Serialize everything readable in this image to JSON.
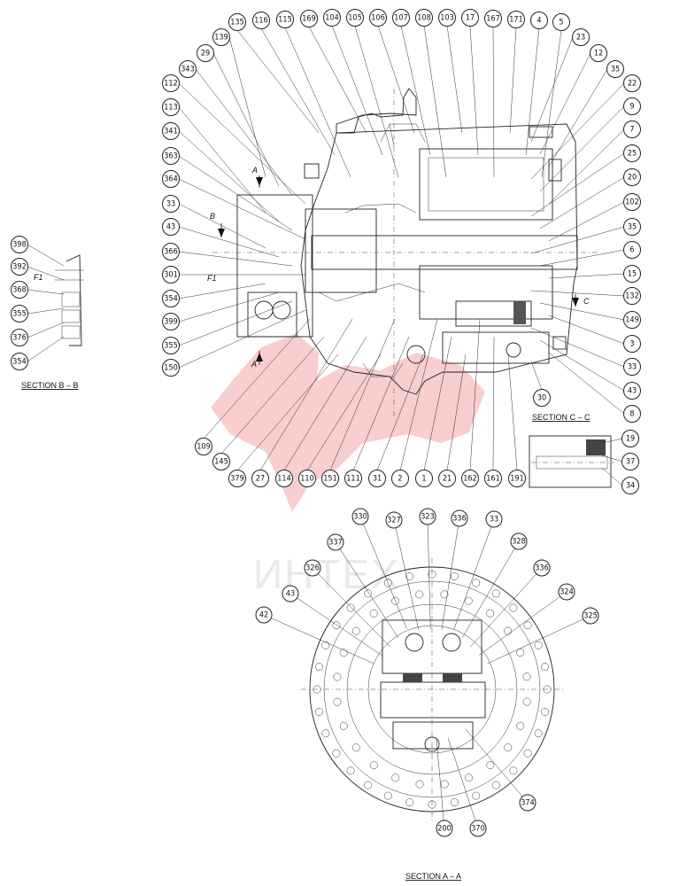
{
  "labels": {
    "section_bb": "SECTION B – B",
    "section_cc": "SECTION C – C",
    "section_aa": "SECTION A – A",
    "marker_a_top": "A",
    "marker_a_bottom": "A",
    "marker_b": "B",
    "marker_c": "C",
    "f1_a": "F1",
    "f1_b": "F1"
  },
  "watermark": {
    "text": "ИНТЕХ",
    "color": "#e23a3a"
  },
  "main_view": {
    "top_row": [
      "135",
      "116",
      "115",
      "169",
      "104",
      "105",
      "106",
      "107",
      "108",
      "103",
      "17",
      "167",
      "171",
      "4",
      "5"
    ],
    "left_column": [
      "139",
      "29",
      "343",
      "112",
      "113",
      "341",
      "363",
      "364",
      "33",
      "43",
      "366",
      "301",
      "354",
      "399",
      "355",
      "150"
    ],
    "right_column": [
      "23",
      "12",
      "35",
      "22",
      "9",
      "7",
      "25",
      "20",
      "102",
      "35",
      "6",
      "15",
      "132",
      "149",
      "3",
      "33",
      "43",
      "8"
    ],
    "bottom_row": [
      "109",
      "145",
      "379",
      "27",
      "114",
      "110",
      "151",
      "111",
      "31",
      "2",
      "1",
      "21",
      "162",
      "161",
      "191"
    ],
    "misc": [
      "30"
    ]
  },
  "section_bb_balloons": [
    "398",
    "392",
    "368",
    "355",
    "376",
    "354"
  ],
  "section_cc_balloons": [
    "19",
    "37",
    "34"
  ],
  "section_aa_balloons": {
    "top": [
      "330",
      "327",
      "323",
      "336",
      "33"
    ],
    "upper": [
      "337",
      "326",
      "328",
      "336",
      "324"
    ],
    "sides": [
      "43",
      "42",
      "325"
    ],
    "bottom": [
      "200",
      "370",
      "374"
    ]
  }
}
